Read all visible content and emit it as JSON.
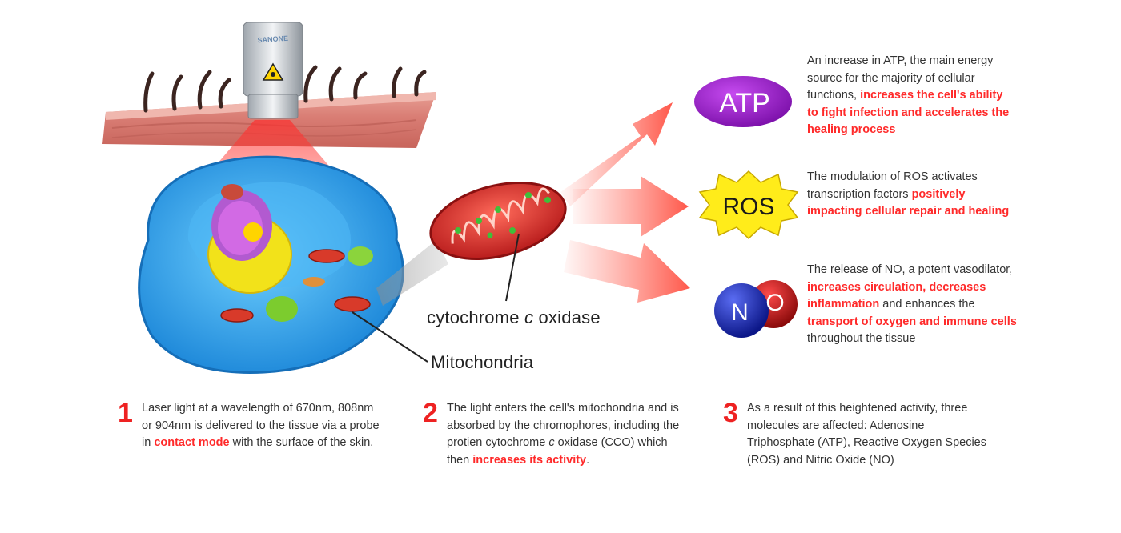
{
  "labels": {
    "cytochrome_prefix": "cytochrome ",
    "cytochrome_c": "c",
    "cytochrome_suffix": " oxidase",
    "mitochondria": "Mitochondria"
  },
  "device": {
    "brand": "SANONE"
  },
  "badges": {
    "atp": "ATP",
    "ros": "ROS",
    "no_n": "N",
    "no_o": "O"
  },
  "info": {
    "atp": {
      "t1": "An increase in ATP, the main energy source for the majority of cellular functions, ",
      "hl1": "increases the cell's ability to fight infection and accelerates the healing process"
    },
    "ros": {
      "t1": "The modulation of ROS activates transcription factors ",
      "hl1": "positively impacting cellular repair and healing"
    },
    "no": {
      "t1": "The release of NO, a potent vasodilator, ",
      "hl1": "increases circulation, decreases inflammation",
      "t2": " and enhances the ",
      "hl2": "transport of oxygen and immune cells",
      "t3": " throughout the tissue"
    }
  },
  "steps": [
    {
      "num": "1",
      "t1": "Laser light at a wavelength of 670nm, 808nm or 904nm is delivered to the tissue via a probe in ",
      "hl1": "contact mode",
      "t2": " with the surface of the skin."
    },
    {
      "num": "2",
      "t1": "The light enters the cell's mitochondria and is absorbed by the chromophores, including the protien cytochrome ",
      "it": "c",
      "t2": " oxidase (CCO) which then ",
      "hl1": "increases its activity",
      "t3": "."
    },
    {
      "num": "3",
      "t1": "As a result of this heightened activity, three molecules are affected: Adenosine Triphosphate (ATP), Reactive Oxygen Species (ROS) and Nitric Oxide (NO)"
    }
  ],
  "colors": {
    "accent_red": "#ff2a2a",
    "step_number": "#ee2222",
    "atp_purple": "#9a18c6",
    "ros_yellow": "#ffec1a",
    "no_blue": "#1a2ab8",
    "no_red": "#c21818",
    "cell_blue": "#2aa0ea"
  }
}
